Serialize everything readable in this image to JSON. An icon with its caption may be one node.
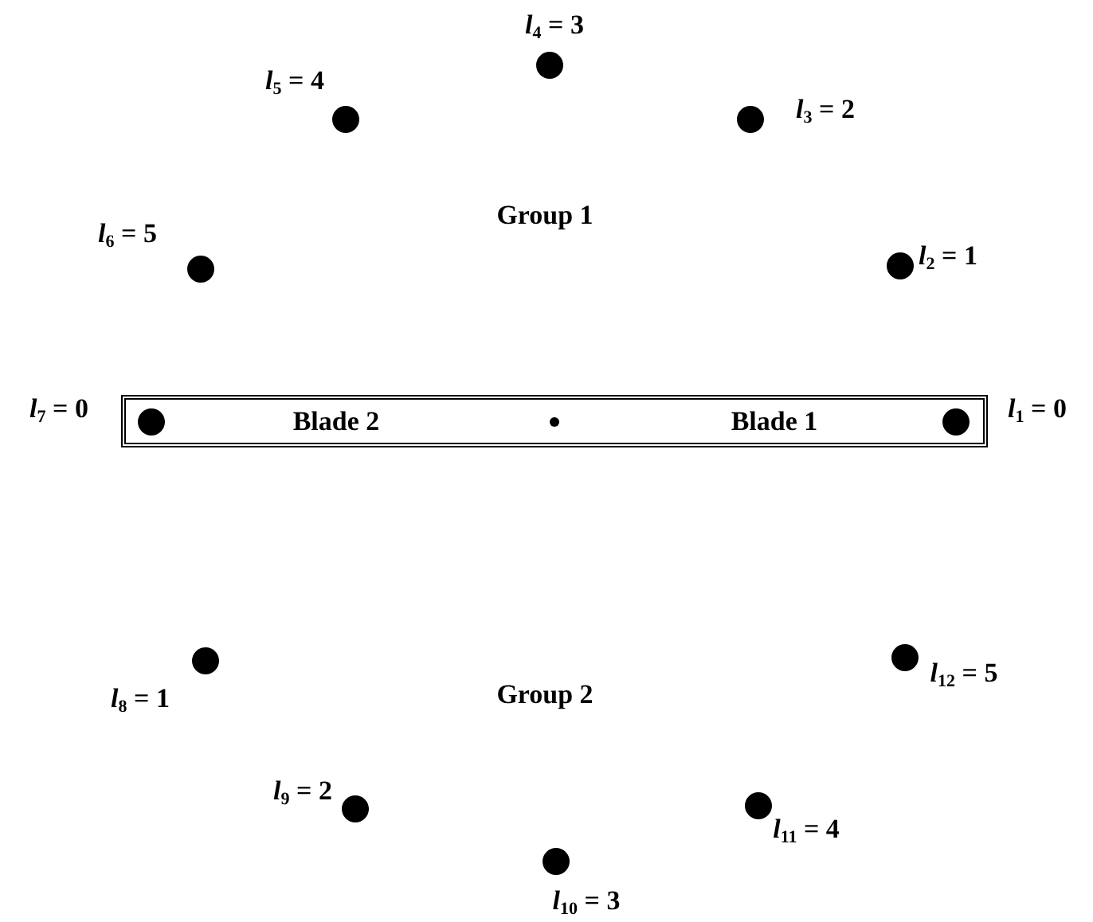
{
  "diagram": {
    "nodes": [
      {
        "text": [
          "Blade 2",
          "Blade 1"
        ]
      }
    ],
    "labels": [
      "*l*$_{4}$ = 3",
      "*l*$_{5}$ = 4",
      "*l*$_{3}$ = 2",
      "Group 1",
      "*l*$_{6}$ = 5",
      "*l*$_{2}$ = 1",
      "*l*$_{7}$ = 0",
      "*l*$_{1}$ = 0",
      "*l*$_{8}$ = 1",
      "Group 2",
      "*l*$_{12}$ = 5",
      "*l*$_{9}$ = 2",
      "*l*$_{11}$ = 4",
      "*l*$_{10}$ = 3"
    ]
  }
}
